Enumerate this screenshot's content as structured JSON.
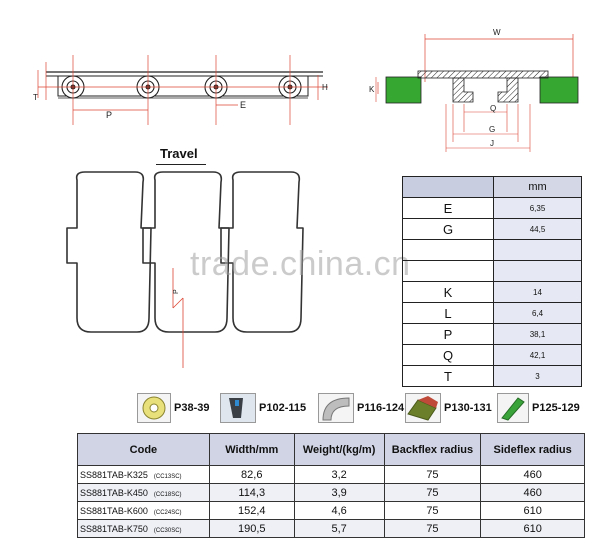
{
  "side_view": {
    "labels": {
      "p": "P",
      "e": "E",
      "h": "H",
      "t": "T"
    }
  },
  "section_view": {
    "labels": {
      "w": "W",
      "k": "K",
      "q": "Q",
      "g": "G",
      "j": "J"
    }
  },
  "travel_label": "Travel",
  "top_view_label": "P",
  "watermark": "trade.china.cn",
  "dimension_table": {
    "header": "mm",
    "rows": [
      {
        "symbol": "E",
        "value": "6,35"
      },
      {
        "symbol": "G",
        "value": "44,5"
      },
      {
        "symbol": "",
        "value": ""
      },
      {
        "symbol": "",
        "value": ""
      },
      {
        "symbol": "K",
        "value": "14"
      },
      {
        "symbol": "L",
        "value": "6,4"
      },
      {
        "symbol": "P",
        "value": "38,1"
      },
      {
        "symbol": "Q",
        "value": "42,1"
      },
      {
        "symbol": "T",
        "value": "3"
      }
    ]
  },
  "references": [
    {
      "label": "P38-39"
    },
    {
      "label": "P102-115"
    },
    {
      "label": "P116-124"
    },
    {
      "label": "P130-131"
    },
    {
      "label": "P125-129"
    }
  ],
  "spec_table": {
    "headers": [
      "Code",
      "Width/mm",
      "Weight/(kg/m)",
      "Backflex radius",
      "Sideflex radius"
    ],
    "rows": [
      {
        "code": "SS881TAB-K325",
        "sub": "(CC13SC)",
        "width": "82,6",
        "weight": "3,2",
        "backflex": "75",
        "sideflex": "460"
      },
      {
        "code": "SS881TAB-K450",
        "sub": "(CC18SC)",
        "width": "114,3",
        "weight": "3,9",
        "backflex": "75",
        "sideflex": "460"
      },
      {
        "code": "SS881TAB-K600",
        "sub": "(CC24SC)",
        "width": "152,4",
        "weight": "4,6",
        "backflex": "75",
        "sideflex": "610"
      },
      {
        "code": "SS881TAB-K750",
        "sub": "(CC30SC)",
        "width": "190,5",
        "weight": "5,7",
        "backflex": "75",
        "sideflex": "610"
      }
    ]
  }
}
